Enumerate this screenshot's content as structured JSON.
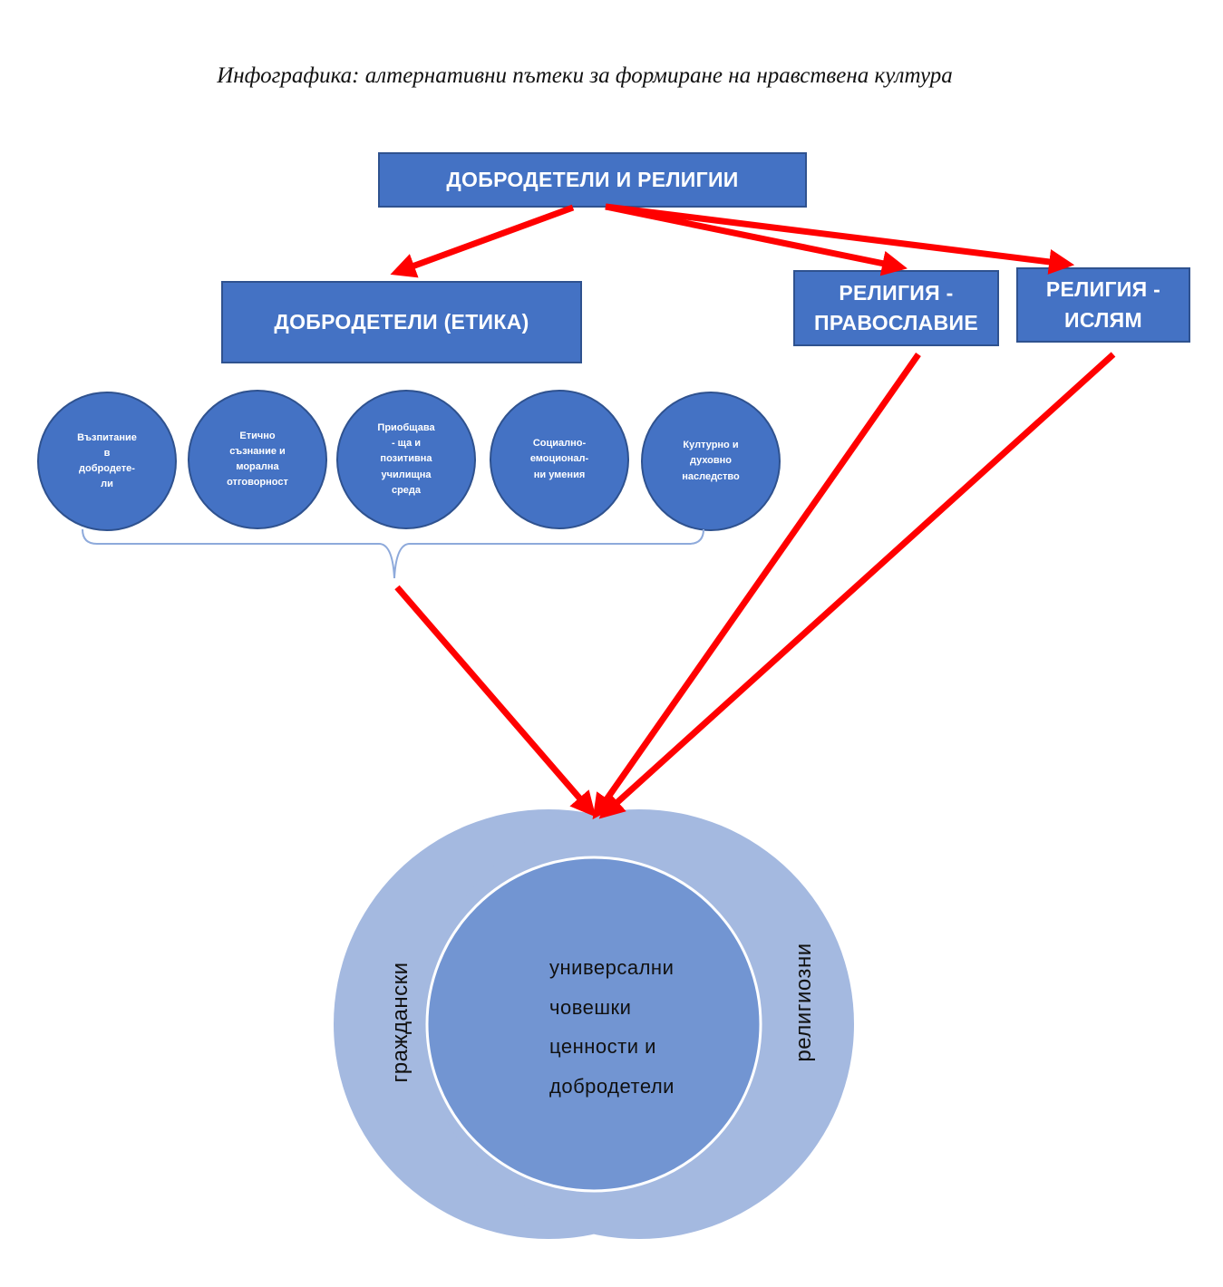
{
  "title": "Инфографика: алтернативни пътеки за формиране на нравствена култура",
  "top_box": {
    "label": "ДОБРОДЕТЕЛИ И РЕЛИГИИ"
  },
  "ethics_box": {
    "label": "ДОБРОДЕТЕЛИ (ЕТИКА)"
  },
  "orthodox_box": {
    "line1": "РЕЛИГИЯ -",
    "line2": "ПРАВОСЛАВИЕ"
  },
  "islam_box": {
    "line1": "РЕЛИГИЯ -",
    "line2": "ИСЛЯМ"
  },
  "ethics_circles": [
    {
      "label": "Възпитание\nв\nдобродете-\nли"
    },
    {
      "label": "Етично\nсъзнание и\nморална\nотговорност"
    },
    {
      "label": "Приобщава\n- ща и\nпозитивна\nучилищна\nсреда"
    },
    {
      "label": "Социално-\nемоционал-\nни умения"
    },
    {
      "label": "Културно и\nдуховно\nнаследство"
    }
  ],
  "venn": {
    "left_label": "граждански",
    "right_label": "религиозни",
    "center_label": "универсални\nчовешки\nценности и\nдобродетели"
  },
  "colors": {
    "box_fill": "#4472c4",
    "box_border": "#2f528f",
    "arrow": "#ff0000",
    "venn_outer": "#a4b9e0",
    "venn_inner": "#7295d2",
    "brace": "#8eaadb"
  }
}
